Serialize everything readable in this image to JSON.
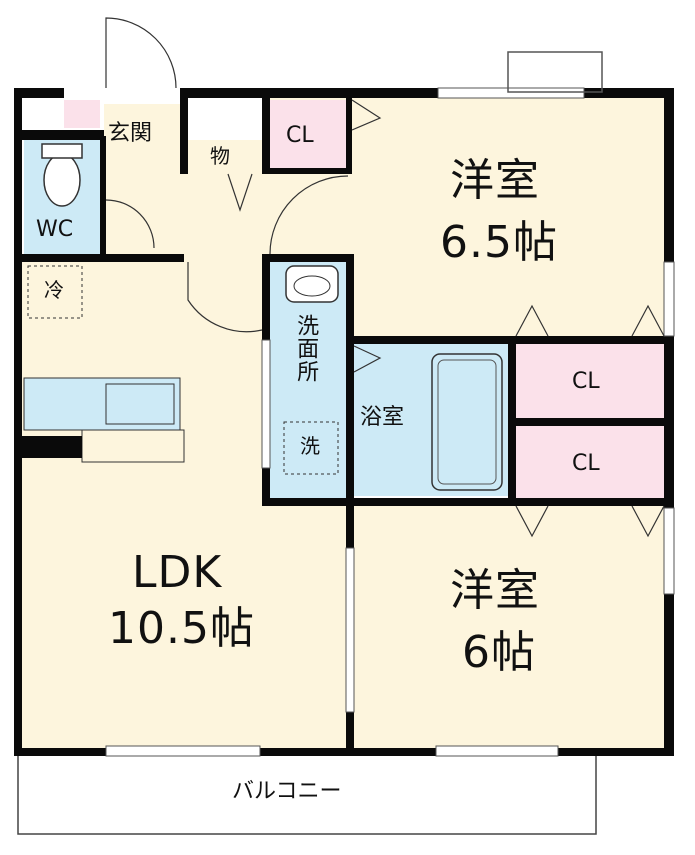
{
  "rooms": {
    "western_room_1": {
      "name": "洋室",
      "size": "6.5帖"
    },
    "western_room_2": {
      "name": "洋室",
      "size": "6帖"
    },
    "ldk": {
      "name": "LDK",
      "size": "10.5帖"
    },
    "entrance": "玄関",
    "storage": "物",
    "closet_top": "CL",
    "closet_mid": "CL",
    "closet_low": "CL",
    "wc": "WC",
    "washroom": "洗面所",
    "washer": "洗",
    "fridge": "冷",
    "bathroom": "浴室",
    "balcony": "バルコニー"
  },
  "colors": {
    "floor": "#fdf5dd",
    "wet_area": "#cdeaf6",
    "closet": "#fbe1ea",
    "wall": "#0a0a0a",
    "balcony": "#ffffff"
  }
}
